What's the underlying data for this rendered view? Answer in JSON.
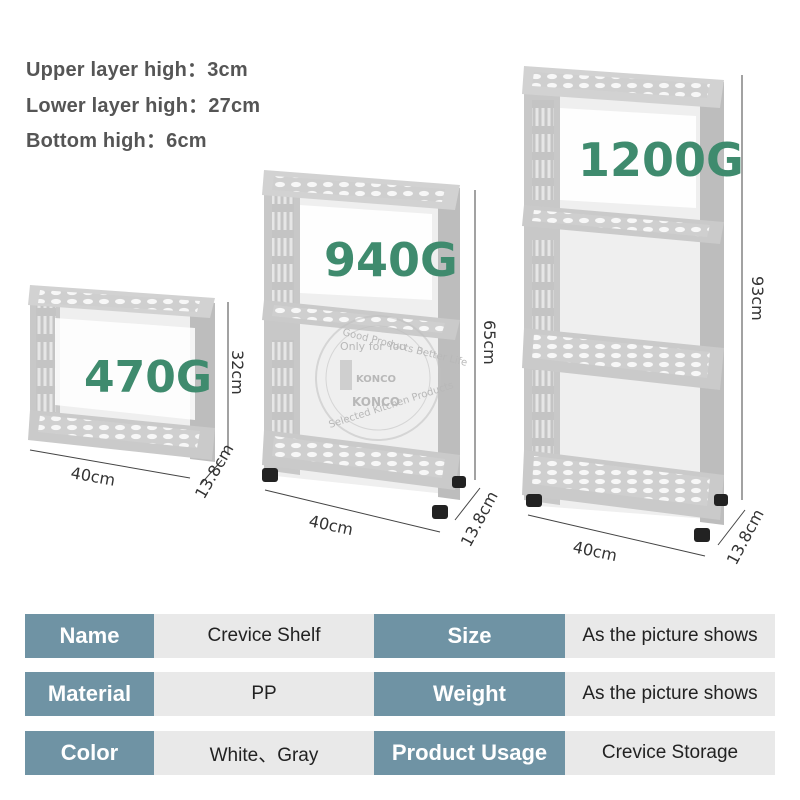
{
  "specs_text": [
    "Upper layer high：3cm",
    "Lower layer high：27cm",
    "Bottom high：6cm"
  ],
  "products": [
    {
      "weight": "470G",
      "height": "32cm",
      "width": "40cm",
      "depth": "13.8cm"
    },
    {
      "weight": "940G",
      "height": "65cm",
      "width": "40cm",
      "depth": "13.8cm"
    },
    {
      "weight": "1200G",
      "height": "93cm",
      "width": "40cm",
      "depth": "13.8cm"
    }
  ],
  "watermark": {
    "brand": "KONCO",
    "logo_text": "KONCO",
    "top_text": "Good Products Better Life",
    "middle_text": "Only for You",
    "bottom_text": "Selected Kitchen Products"
  },
  "table": [
    {
      "label1": "Name",
      "value1": "Crevice Shelf",
      "label2": "Size",
      "value2": "As the picture shows"
    },
    {
      "label1": "Material",
      "value1": "PP",
      "label2": "Weight",
      "value2": "As the picture shows"
    },
    {
      "label1": "Color",
      "value1": "White、Gray",
      "label2": "Product Usage",
      "value2": "Crevice Storage"
    }
  ],
  "colors": {
    "label_bg": "#6f93a4",
    "value_bg": "#e9e9e9",
    "weight_text": "#3f8b6e",
    "shelf": "#c9c9c9"
  }
}
